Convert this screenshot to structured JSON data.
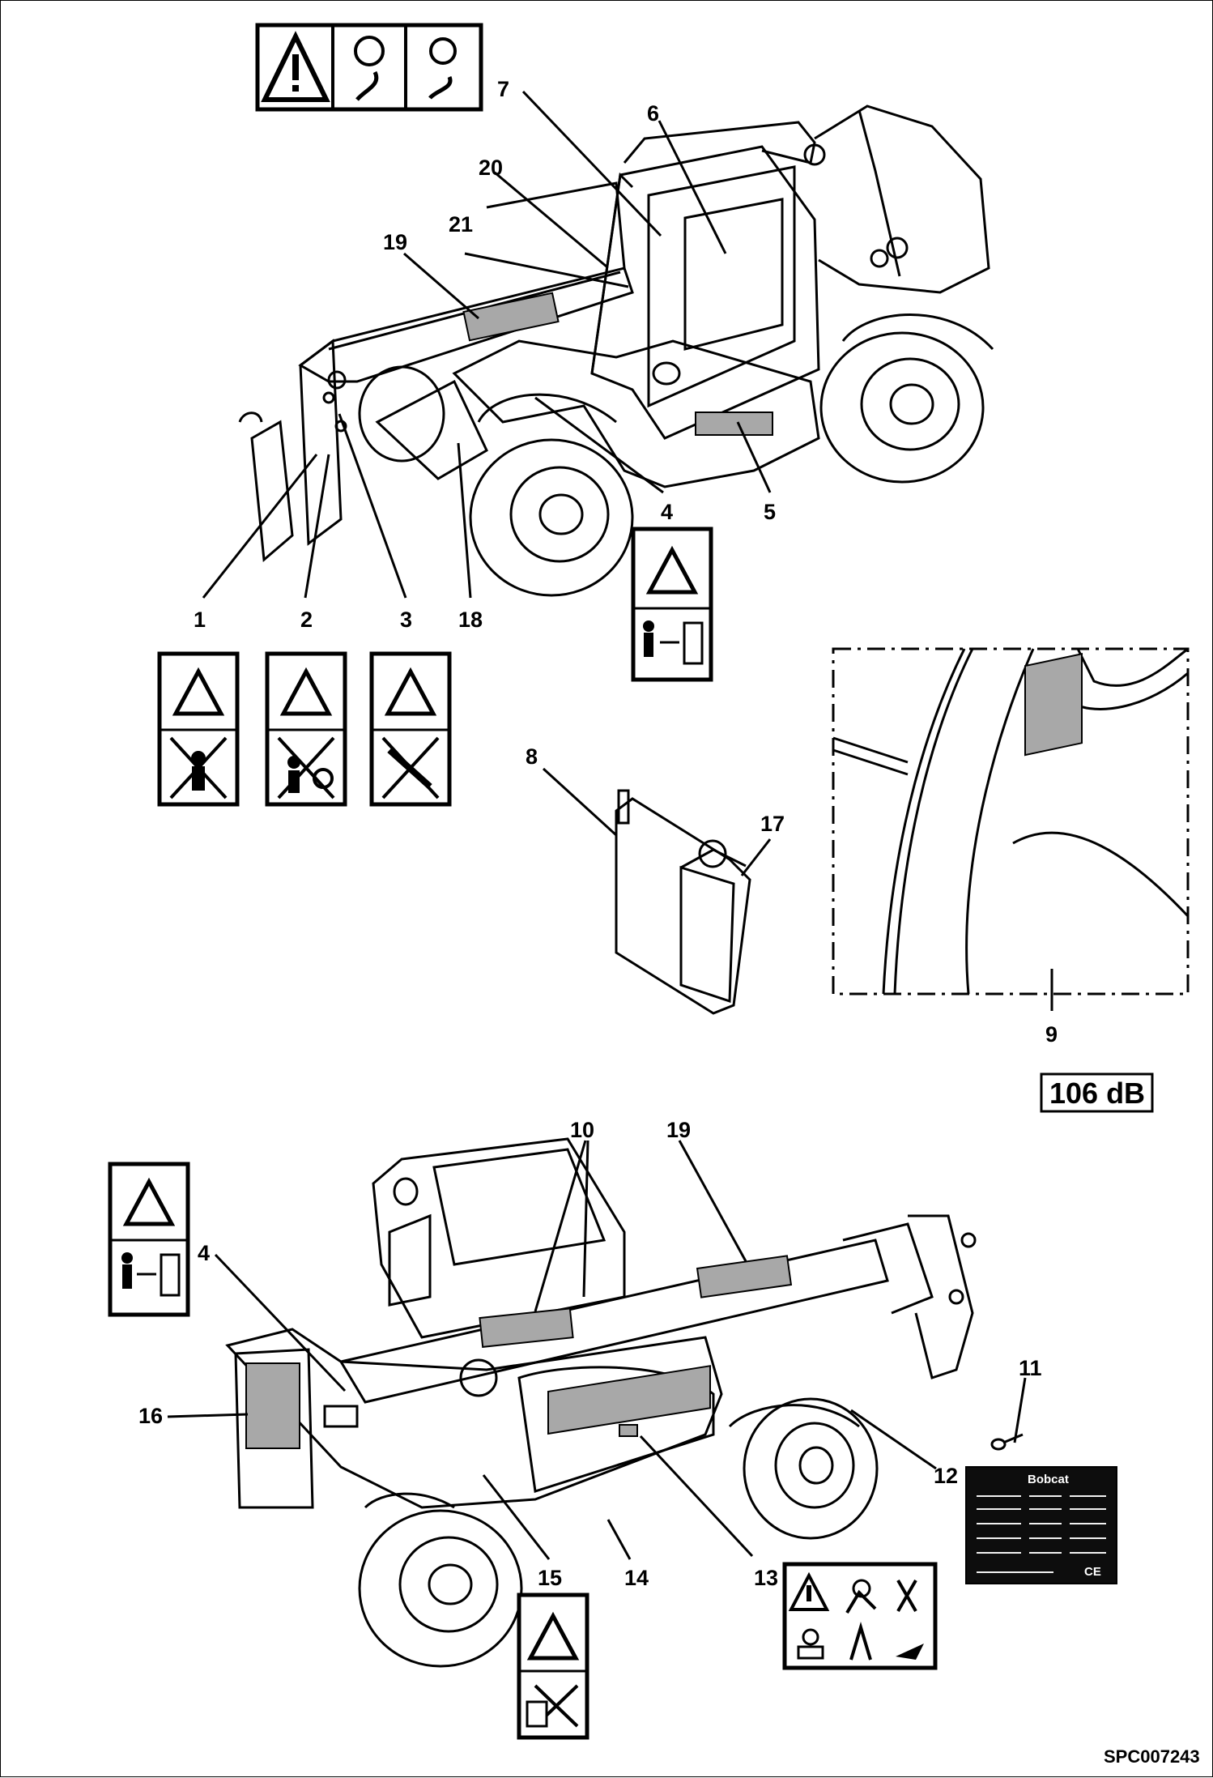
{
  "callouts": {
    "c1": "1",
    "c2": "2",
    "c3": "3",
    "c4_top": "4",
    "c5": "5",
    "c6": "6",
    "c7": "7",
    "c8": "8",
    "c9": "9",
    "c10": "10",
    "c11": "11",
    "c12": "12",
    "c13": "13",
    "c14": "14",
    "c15": "15",
    "c16": "16",
    "c17": "17",
    "c18": "18",
    "c19_top": "19",
    "c19_bottom": "19",
    "c20": "20",
    "c21": "21",
    "c4_bottom": "4"
  },
  "noise_label": "106 dB",
  "plate_brand": "Bobcat",
  "plate_mark": "CE",
  "drawing_code": "SPC007243",
  "colors": {
    "line": "#000000",
    "decal_fill": "#a8a8a8",
    "plate": "#0d0d0d"
  }
}
